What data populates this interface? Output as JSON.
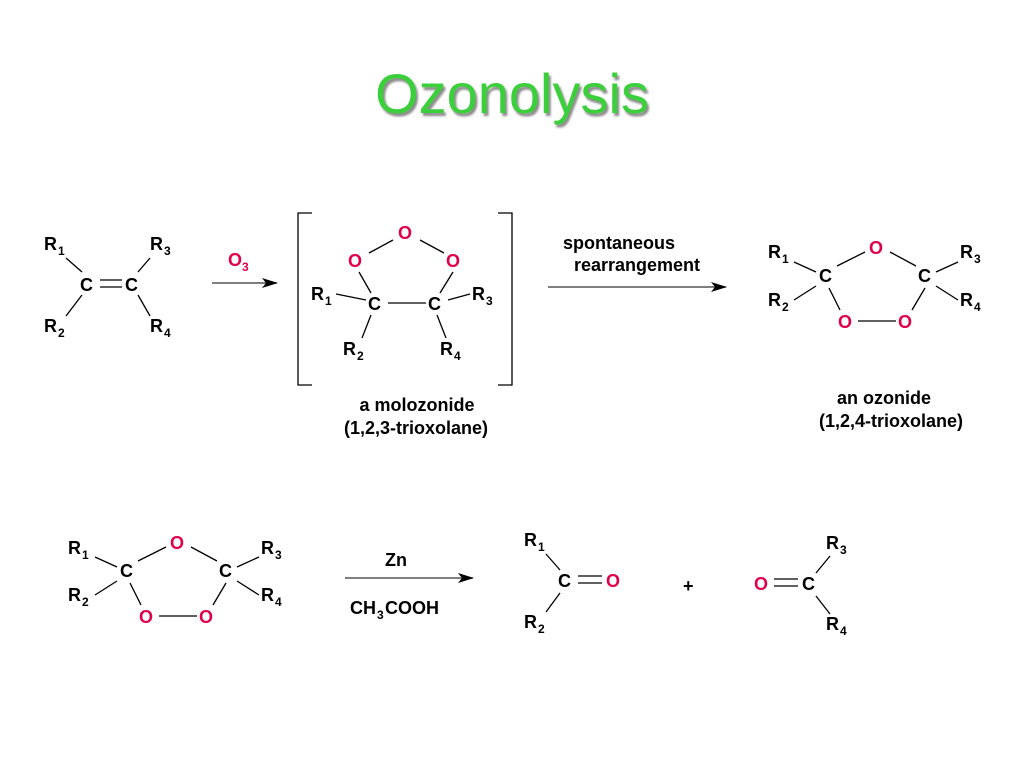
{
  "title": "Ozonolysis",
  "colors": {
    "title": "#3ccf3c",
    "oxygen": "#e0004a",
    "text": "#000000"
  },
  "atoms": {
    "carbon": "C",
    "oxygen": "O",
    "r": "R",
    "n1": "1",
    "n2": "2",
    "n3": "3",
    "n4": "4"
  },
  "reagents": {
    "ozone": "O",
    "ozone_sub": "3",
    "step2_top": "spontaneous",
    "step2_bottom": "rearrangement",
    "zinc": "Zn",
    "acid_a": "CH",
    "acid_sub": "3",
    "acid_b": "COOH"
  },
  "labels": {
    "molozonide_name": "a molozonide",
    "molozonide_formula": "(1,2,3-trioxolane)",
    "ozonide_name": "an ozonide",
    "ozonide_formula": "(1,2,4-trioxolane)",
    "plus": "+"
  }
}
